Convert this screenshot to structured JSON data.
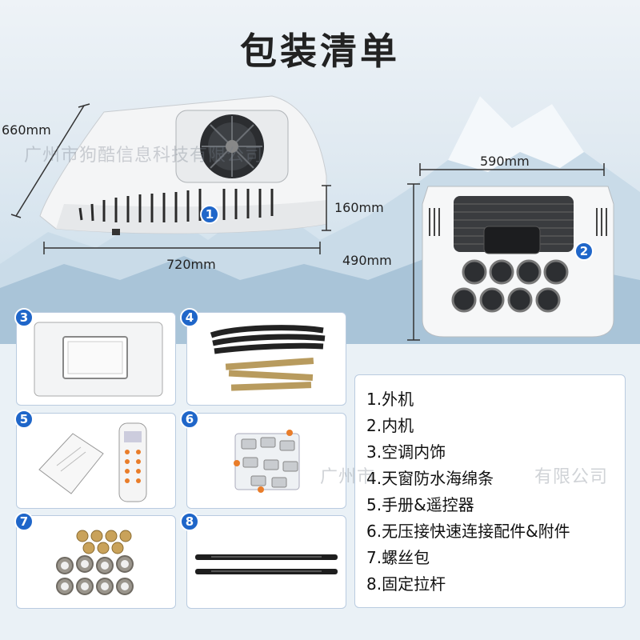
{
  "title": "包装清单",
  "watermarks": [
    "广州市狗酷信息科技有限公司",
    "广州市",
    "有限公司"
  ],
  "dimensions": {
    "depth_outer": "660mm",
    "width_outer": "720mm",
    "height_outer": "160mm",
    "width_inner": "590mm",
    "height_inner": "490mm"
  },
  "badges": [
    "1",
    "2",
    "3",
    "4",
    "5",
    "6",
    "7",
    "8"
  ],
  "items": [
    "1.外机",
    "2.内机",
    "3.空调内饰",
    "4.天窗防水海绵条",
    "5.手册&遥控器",
    "6.无压接快速连接配件&附件",
    "7.螺丝包",
    "8.固定拉杆"
  ],
  "colors": {
    "badge": "#1f66c9",
    "border": "#b9cbe0",
    "title": "#222222"
  }
}
